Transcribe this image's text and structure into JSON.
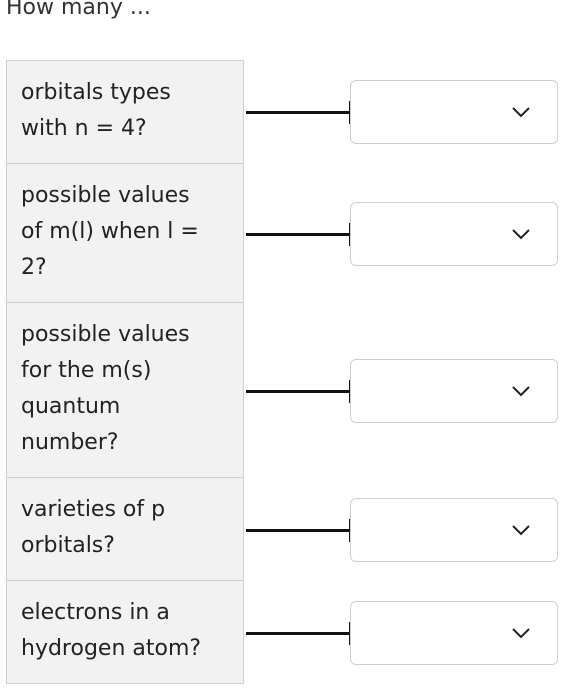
{
  "heading": "How many ...",
  "rows": [
    {
      "prompt_lines": [
        "orbitals types",
        "with n = 4?"
      ],
      "selected": ""
    },
    {
      "prompt_lines": [
        "possible values",
        "of m(l) when l =",
        "2?"
      ],
      "selected": ""
    },
    {
      "prompt_lines": [
        "possible values",
        "for the m(s)",
        "quantum",
        "number?"
      ],
      "selected": ""
    },
    {
      "prompt_lines": [
        "varieties of p",
        "orbitals?"
      ],
      "selected": ""
    },
    {
      "prompt_lines": [
        "electrons in a",
        "hydrogen atom?"
      ],
      "selected": ""
    }
  ],
  "icons": {
    "dropdown": "chevron-down-icon"
  },
  "colors": {
    "prompt_background": "#f2f2f2",
    "border": "#cfcfcf",
    "connector": "#111111"
  }
}
